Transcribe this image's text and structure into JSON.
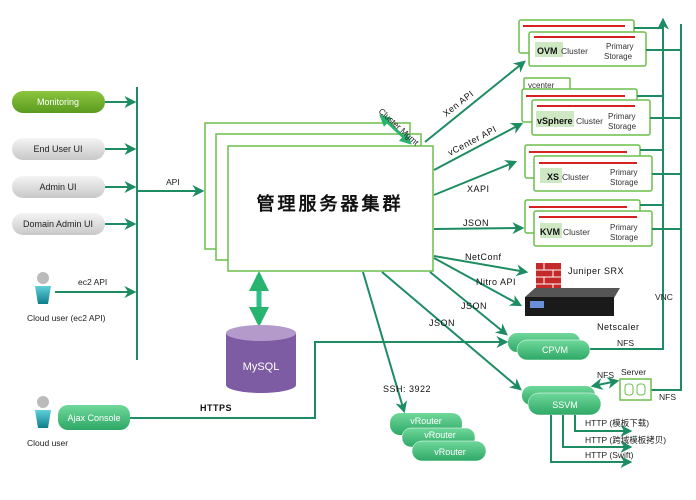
{
  "clients": {
    "monitoring": "Monitoring",
    "end_user_ui": "End User UI",
    "admin_ui": "Admin UI",
    "domain_admin_ui": "Domain Admin UI",
    "ec2_api": "ec2 API",
    "cloud_user_ec2": "Cloud user (ec2 API)",
    "ajax_console": "Ajax  Console",
    "cloud_user": "Cloud user"
  },
  "links": {
    "api": "API",
    "https": "HTTPS",
    "cluster_mgmt": "Cluster Mgmt",
    "xen_api": "Xen API",
    "vcenter_api": "vCenter API",
    "xapi": "XAPI",
    "json_kvm": "JSON",
    "netconf": "NetConf",
    "nitro_api": "Nitro API",
    "json_cpvm": "JSON",
    "json_ssvm": "JSON",
    "ssh": "SSH: 3922",
    "vnc": "VNC",
    "nfs_cpvm": "NFS",
    "nfs_server": "NFS",
    "nfs_ssvm": "NFS",
    "http_download": "HTTP (模板下载)",
    "http_copy": "HTTP (跨域模板拷贝)",
    "http_swift": "HTTP (Swift)"
  },
  "management_server": {
    "title": "管理服务器集群"
  },
  "database": {
    "label": "MySQL"
  },
  "clusters": [
    {
      "name": "OVM",
      "suffix": "Cluster",
      "storage1": "Primary",
      "storage2": "Storage"
    },
    {
      "name": "vSphere",
      "suffix": "Cluster",
      "storage1": "Primary",
      "storage2": "Storage",
      "tag": "vcenter"
    },
    {
      "name": "XS",
      "suffix": "Cluster",
      "storage1": "Primary",
      "storage2": "Storage"
    },
    {
      "name": "KVM",
      "suffix": "Cluster",
      "storage1": "Primary",
      "storage2": "Storage"
    }
  ],
  "devices": {
    "juniper": "Juniper SRX",
    "netscaler": "Netscaler",
    "server": "Server"
  },
  "vms": {
    "cpvm": "CPVM",
    "ssvm": "SSVM",
    "vrouter": "vRouter"
  },
  "colors": {
    "line": "#1e8c62",
    "border": "#6cbf4c",
    "red": "#d82222",
    "mysql": "#8a66aa"
  }
}
